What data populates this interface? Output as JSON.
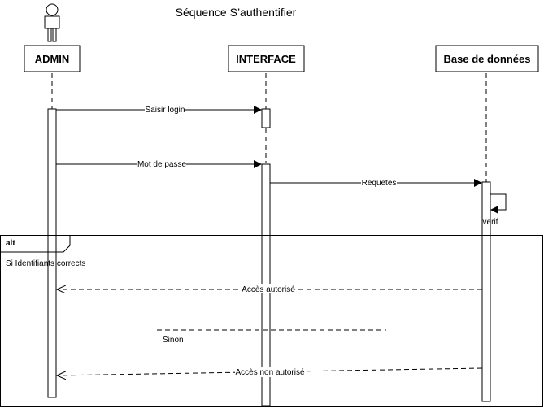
{
  "diagram": {
    "title": "Séquence S’authentifier",
    "participants": {
      "admin": "ADMIN",
      "interface": "INTERFACE",
      "database": "Base de données"
    },
    "messages": {
      "login": "Saisir login",
      "password": "Mot de passe",
      "requests": "Requetes",
      "verify": "verif",
      "access_granted": "Accès autorisé",
      "access_denied": "Accès non autorisé"
    },
    "fragment": {
      "operator": "alt",
      "guard": "Si Identifiants corrects",
      "else": "Sinon"
    }
  }
}
